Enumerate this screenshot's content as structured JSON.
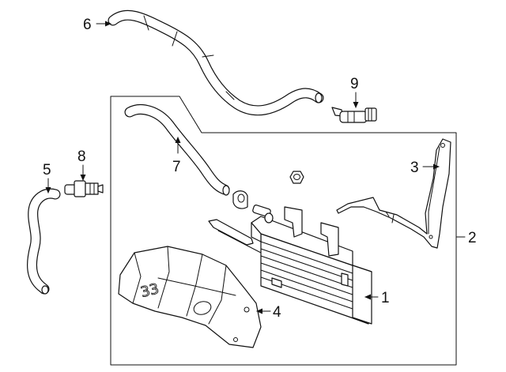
{
  "callouts": {
    "c1": "1",
    "c2": "2",
    "c3": "3",
    "c4": "4",
    "c5": "5",
    "c6": "6",
    "c7": "7",
    "c8": "8",
    "c9": "9"
  },
  "shield_emboss": "33"
}
